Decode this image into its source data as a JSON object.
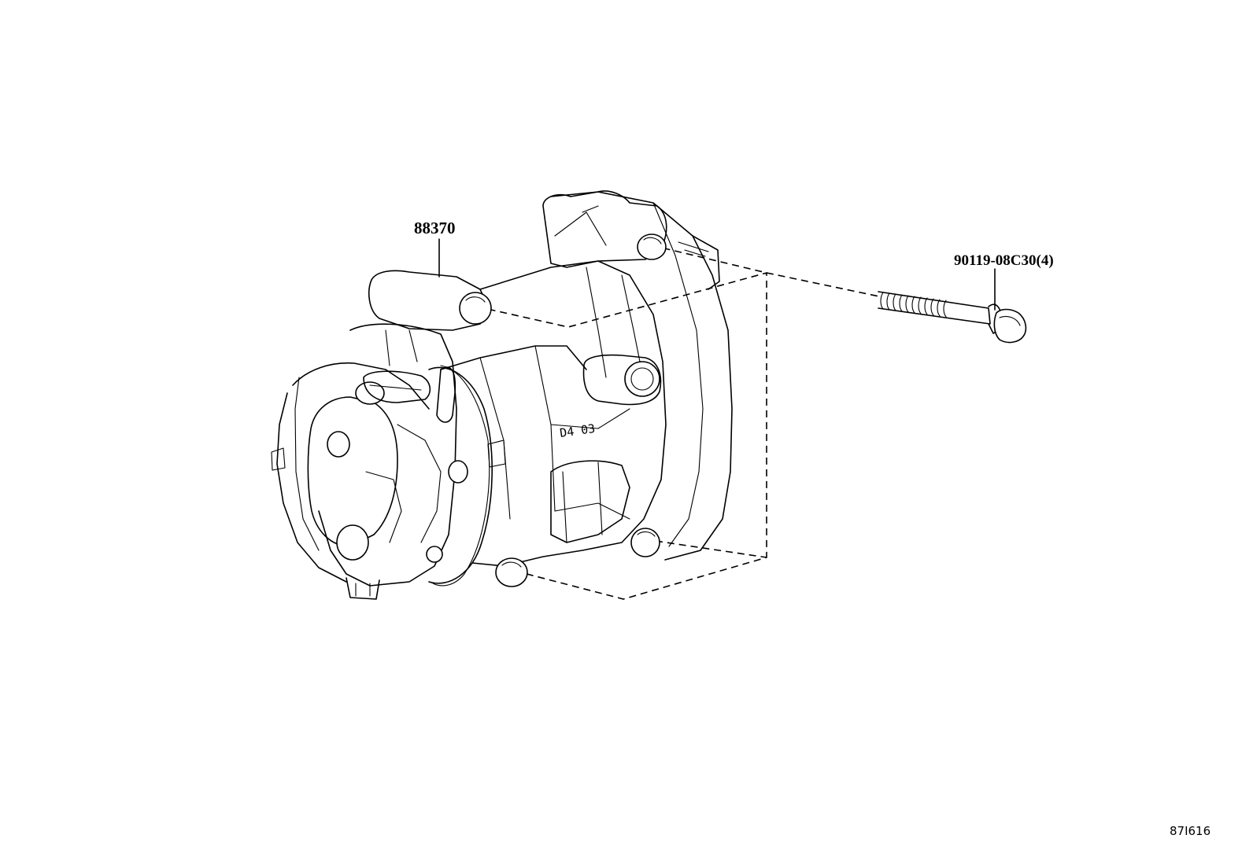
{
  "parts": {
    "compressor": {
      "number": "88370"
    },
    "bolt": {
      "number": "90119-08C30(4)"
    }
  },
  "body_marking": "D4 03",
  "figure_code": "87I616"
}
